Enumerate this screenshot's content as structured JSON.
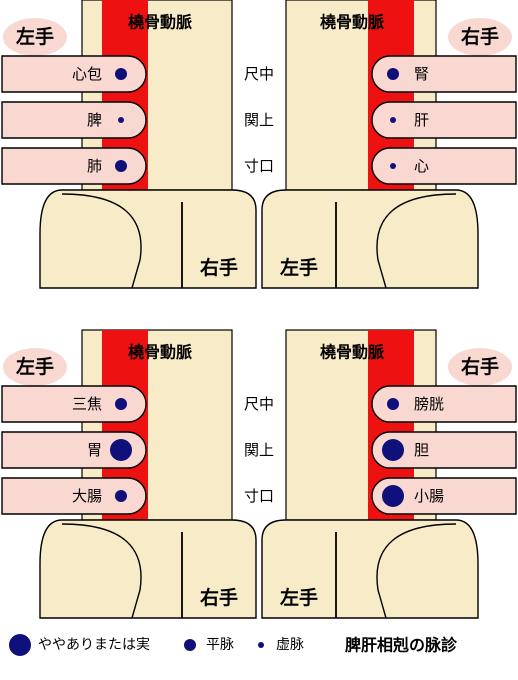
{
  "colors": {
    "skin": "#f8ecc8",
    "finger": "#f8d8d0",
    "badge": "#f8d8d0",
    "artery": "#ee1111",
    "dot": "#10107a",
    "outline": "#000000"
  },
  "panels": [
    {
      "left_hand_label": "左手",
      "right_hand_label": "右手",
      "artery_label_left": "橈骨動脈",
      "artery_label_right": "橈骨動脈",
      "positions": [
        "尺中",
        "関上",
        "寸口"
      ],
      "left_pulses": [
        {
          "label": "心包",
          "strength": "normal"
        },
        {
          "label": "脾",
          "strength": "weak"
        },
        {
          "label": "肺",
          "strength": "normal"
        }
      ],
      "right_pulses": [
        {
          "label": "腎",
          "strength": "normal"
        },
        {
          "label": "肝",
          "strength": "weak"
        },
        {
          "label": "心",
          "strength": "weak"
        }
      ],
      "bottom_left_label": "右手",
      "bottom_right_label": "左手"
    },
    {
      "left_hand_label": "左手",
      "right_hand_label": "右手",
      "artery_label_left": "橈骨動脈",
      "artery_label_right": "橈骨動脈",
      "positions": [
        "尺中",
        "関上",
        "寸口"
      ],
      "left_pulses": [
        {
          "label": "三焦",
          "strength": "normal"
        },
        {
          "label": "胃",
          "strength": "strong"
        },
        {
          "label": "大腸",
          "strength": "normal"
        }
      ],
      "right_pulses": [
        {
          "label": "膀胱",
          "strength": "normal"
        },
        {
          "label": "胆",
          "strength": "strong"
        },
        {
          "label": "小腸",
          "strength": "strong"
        }
      ],
      "bottom_left_label": "右手",
      "bottom_right_label": "左手"
    }
  ],
  "legend": {
    "strong_label": "ややありまたは実",
    "normal_label": "平脉",
    "weak_label": "虚脉",
    "title": "脾肝相剋の脉診"
  }
}
